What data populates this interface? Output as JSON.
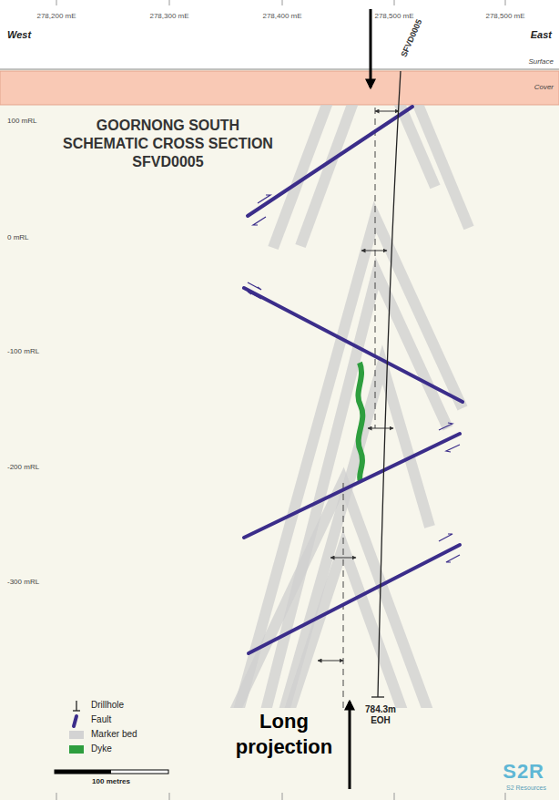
{
  "diagram": {
    "title": "GOORNONG SOUTH SCHEMATIC CROSS SECTION SFVD0005",
    "labels": [
      "278,200 mE",
      "278,300 mE",
      "278,400 mE",
      "278,500 mE",
      "278,500 mE",
      "West",
      "East",
      "Surface",
      "Cover",
      "100 mRL",
      "0 mRL",
      "-100 mRL",
      "-200 mRL",
      "-300 mRL",
      "SFVD0005",
      "784.3m EOH",
      "Long projection",
      "100 metres",
      "S2R",
      "S2 Resources"
    ],
    "legend": [
      {
        "text": "Drillhole"
      },
      {
        "text": "Fault"
      },
      {
        "text": "Marker bed",
        "color": "#d3d3d3"
      },
      {
        "text": "Dyke",
        "color": "#2e9e3e"
      }
    ]
  }
}
